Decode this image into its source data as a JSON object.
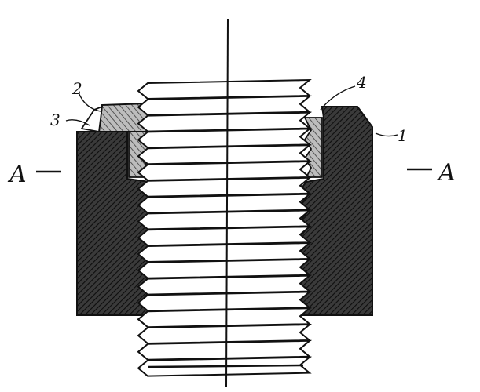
{
  "section_marks": {
    "left": "A",
    "right": "A"
  },
  "part_labels": [
    "1",
    "2",
    "3",
    "4"
  ],
  "colors": {
    "ink": "#1a1a1a",
    "paper": "#ffffff"
  }
}
